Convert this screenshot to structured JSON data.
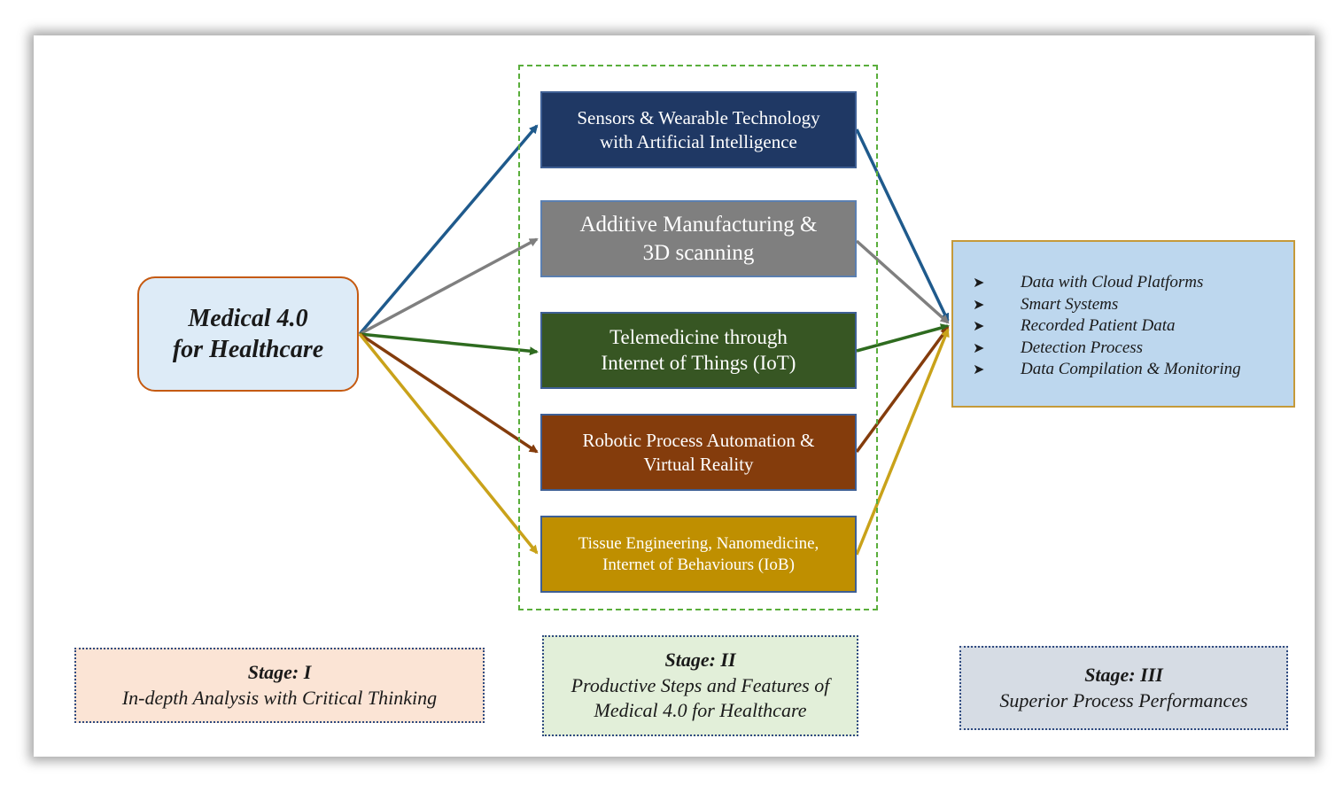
{
  "source": {
    "line1": "Medical 4.0",
    "line2": "for Healthcare"
  },
  "technologies": [
    {
      "line1": "Sensors & Wearable Technology",
      "line2": "with Artificial Intelligence",
      "color": "#1f3864",
      "arrow_color": "#1f5a8c"
    },
    {
      "line1": "Additive Manufacturing &",
      "line2": "3D scanning",
      "color": "#7f7f7f",
      "arrow_color": "#7f7f7f"
    },
    {
      "line1": "Telemedicine through",
      "line2": "Internet of Things (IoT)",
      "color": "#375623",
      "arrow_color": "#2e6b1f"
    },
    {
      "line1": "Robotic Process Automation &",
      "line2": "Virtual Reality",
      "color": "#843c0c",
      "arrow_color": "#843c0c"
    },
    {
      "line1": "Tissue Engineering, Nanomedicine,",
      "line2": "Internet of Behaviours (IoB)",
      "color": "#bf8f00",
      "arrow_color": "#c9a21a"
    }
  ],
  "outcomes": [
    "Data with Cloud Platforms",
    "Smart Systems",
    "Recorded Patient Data",
    "Detection Process",
    "Data Compilation & Monitoring"
  ],
  "stages": [
    {
      "title": "Stage: I",
      "line1": "In-depth Analysis with Critical Thinking",
      "line2": ""
    },
    {
      "title": "Stage: II",
      "line1": "Productive Steps and Features of",
      "line2": "Medical 4.0 for Healthcare"
    },
    {
      "title": "Stage: III",
      "line1": "Superior Process Performances",
      "line2": ""
    }
  ],
  "colors": {
    "group_border": "#5aae3c",
    "source_border": "#c55a11",
    "outcome_bg": "#bdd7ee"
  }
}
